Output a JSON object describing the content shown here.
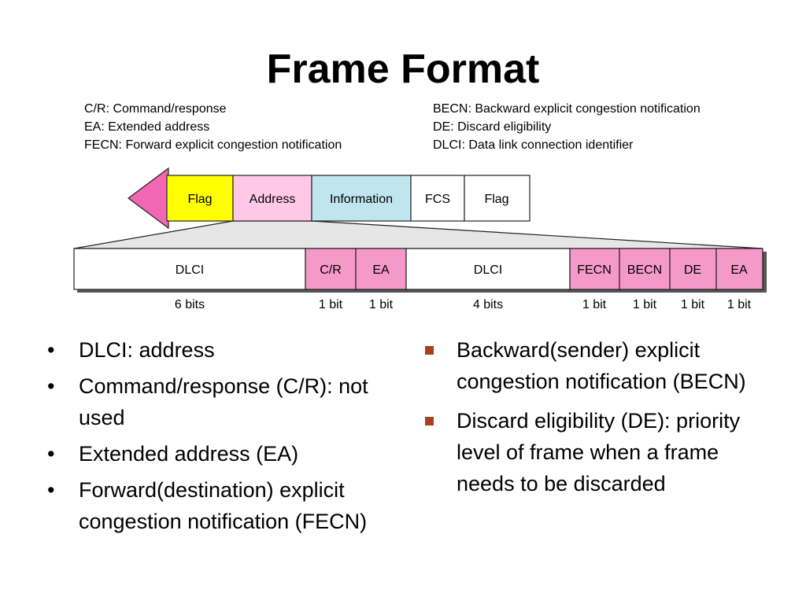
{
  "title": "Frame Format",
  "legend_left": [
    "C/R: Command/response",
    "EA: Extended address",
    "FECN: Forward explicit congestion notification"
  ],
  "legend_right": [
    "BECN: Backward explicit congestion notification",
    "DE: Discard eligibility",
    "DLCI: Data link connection identifier"
  ],
  "frame_fields": [
    {
      "label": "Flag",
      "color": "#ffff00"
    },
    {
      "label": "Address",
      "color": "#ffc8e6"
    },
    {
      "label": "Information",
      "color": "#bfe6ee"
    },
    {
      "label": "FCS",
      "color": "#ffffff"
    },
    {
      "label": "Flag",
      "color": "#ffffff"
    }
  ],
  "arrow_color": "#f266b4",
  "address_fields": [
    {
      "label": "DLCI",
      "bits": "6 bits",
      "color": "#ffffff"
    },
    {
      "label": "C/R",
      "bits": "1 bit",
      "color": "#f59ac8"
    },
    {
      "label": "EA",
      "bits": "1 bit",
      "color": "#f59ac8"
    },
    {
      "label": "DLCI",
      "bits": "4 bits",
      "color": "#ffffff"
    },
    {
      "label": "FECN",
      "bits": "1 bit",
      "color": "#f59ac8"
    },
    {
      "label": "BECN",
      "bits": "1 bit",
      "color": "#f59ac8"
    },
    {
      "label": "DE",
      "bits": "1 bit",
      "color": "#f59ac8"
    },
    {
      "label": "EA",
      "bits": "1 bit",
      "color": "#f59ac8"
    }
  ],
  "bullets_left": [
    "DLCI: address",
    "Command/response (C/R): not used",
    "Extended address (EA)",
    "Forward(destination) explicit congestion notification (FECN)"
  ],
  "bullets_right": [
    "Backward(sender) explicit congestion notification (BECN)",
    "Discard eligibility (DE): priority level of frame when a frame needs to be discarded"
  ],
  "bullet_square_color": "#a5401c"
}
